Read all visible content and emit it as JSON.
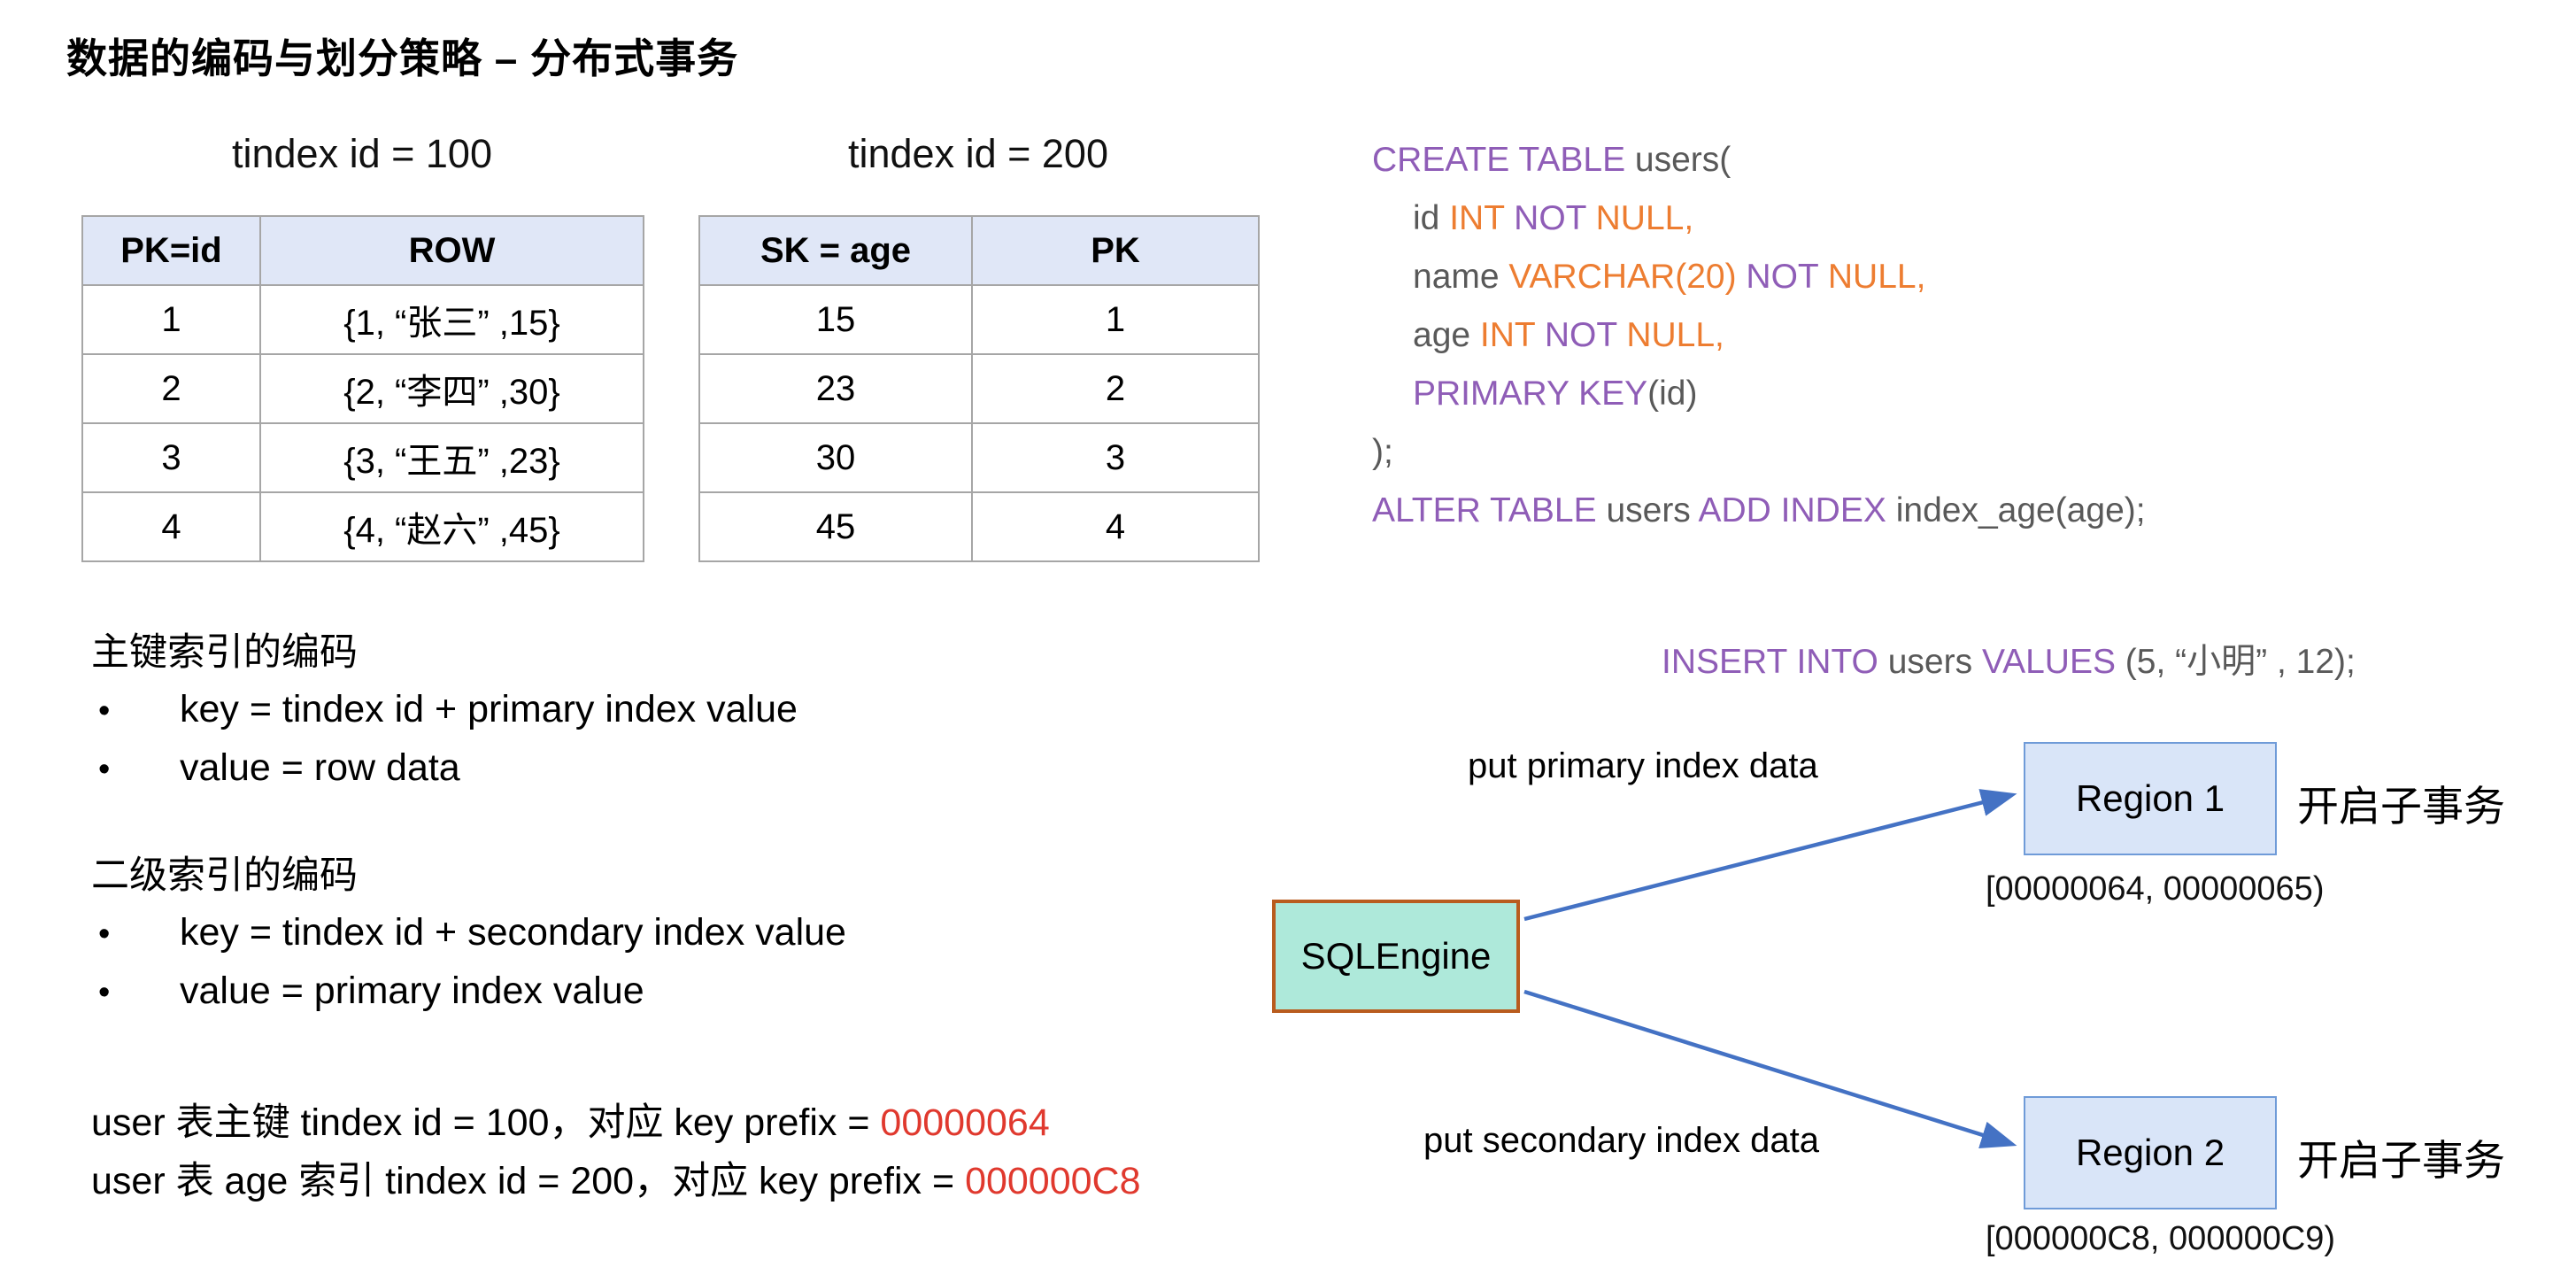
{
  "title": "数据的编码与划分策略 – 分布式事务",
  "tables": {
    "primary": {
      "caption": "tindex id = 100",
      "headers": [
        "PK=id",
        "ROW"
      ],
      "rows": [
        [
          "1",
          "{1, “张三” ,15}"
        ],
        [
          "2",
          "{2, “李四” ,30}"
        ],
        [
          "3",
          "{3, “王五” ,23}"
        ],
        [
          "4",
          "{4, “赵六” ,45}"
        ]
      ]
    },
    "secondary": {
      "caption": "tindex id = 200",
      "headers": [
        "SK = age",
        "PK"
      ],
      "rows": [
        [
          "15",
          "1"
        ],
        [
          "23",
          "2"
        ],
        [
          "30",
          "3"
        ],
        [
          "45",
          "4"
        ]
      ]
    }
  },
  "sql": {
    "lines": [
      {
        "indent": 0,
        "tokens": [
          {
            "c": "kw",
            "t": "CREATE TABLE"
          },
          {
            "c": "pl",
            "t": " users("
          }
        ]
      },
      {
        "indent": 1,
        "tokens": [
          {
            "c": "pl",
            "t": "id "
          },
          {
            "c": "ty",
            "t": "INT "
          },
          {
            "c": "kw",
            "t": "NOT "
          },
          {
            "c": "ty",
            "t": "NULL,"
          }
        ]
      },
      {
        "indent": 1,
        "tokens": [
          {
            "c": "pl",
            "t": "name "
          },
          {
            "c": "ty",
            "t": "VARCHAR(20) "
          },
          {
            "c": "kw",
            "t": "NOT "
          },
          {
            "c": "ty",
            "t": "NULL,"
          }
        ]
      },
      {
        "indent": 1,
        "tokens": [
          {
            "c": "pl",
            "t": "age "
          },
          {
            "c": "ty",
            "t": "INT "
          },
          {
            "c": "kw",
            "t": "NOT "
          },
          {
            "c": "ty",
            "t": "NULL,"
          }
        ]
      },
      {
        "indent": 1,
        "tokens": [
          {
            "c": "kw",
            "t": "PRIMARY KEY"
          },
          {
            "c": "pl",
            "t": "(id)"
          }
        ]
      },
      {
        "indent": 0,
        "tokens": [
          {
            "c": "pl",
            "t": ");"
          }
        ]
      },
      {
        "indent": 0,
        "tokens": [
          {
            "c": "kw",
            "t": "ALTER TABLE"
          },
          {
            "c": "pl",
            "t": " users "
          },
          {
            "c": "kw",
            "t": "ADD INDEX"
          },
          {
            "c": "pl",
            "t": " index_age(age);"
          }
        ]
      }
    ]
  },
  "encoding": {
    "bullet_char": "•",
    "primary": {
      "heading": "主键索引的编码",
      "bullets": [
        "key = tindex id + primary index value",
        "value = row data"
      ]
    },
    "secondary": {
      "heading": "二级索引的编码",
      "bullets": [
        "key = tindex id + secondary index value",
        "value = primary index value"
      ]
    }
  },
  "notes": [
    {
      "text": "user 表主键 tindex id = 100，对应 key prefix = ",
      "value": "00000064"
    },
    {
      "text": "user 表 age 索引 tindex id = 200，对应 key prefix = ",
      "value": "000000C8"
    }
  ],
  "diagram": {
    "insert_tokens": [
      {
        "c": "kw",
        "t": "INSERT INTO"
      },
      {
        "c": "pl",
        "t": " users "
      },
      {
        "c": "kw",
        "t": "VALUES"
      },
      {
        "c": "pl",
        "t": " (5, “小明” , 12);"
      }
    ],
    "engine_label": "SQLEngine",
    "arrow_labels": [
      "put primary index data",
      "put secondary index data"
    ],
    "regions": [
      {
        "name": "Region 1",
        "note": "开启子事务",
        "range": "[00000064, 00000065)"
      },
      {
        "name": "Region 2",
        "note": "开启子事务",
        "range": "[000000C8, 000000C9)"
      }
    ]
  },
  "colors": {
    "sql_keyword": "#8F5DB7",
    "sql_type": "#ED7D31",
    "sql_plain": "#595959",
    "highlight_red": "#E0392E",
    "engine_fill": "#AEE9DA",
    "engine_border": "#B95C1E",
    "region_fill": "#D9E5F8",
    "region_border": "#6F9BD8",
    "arrow": "#4472C4",
    "table_header_bg": "#E0E7F7",
    "table_border": "#A6A6A6"
  }
}
